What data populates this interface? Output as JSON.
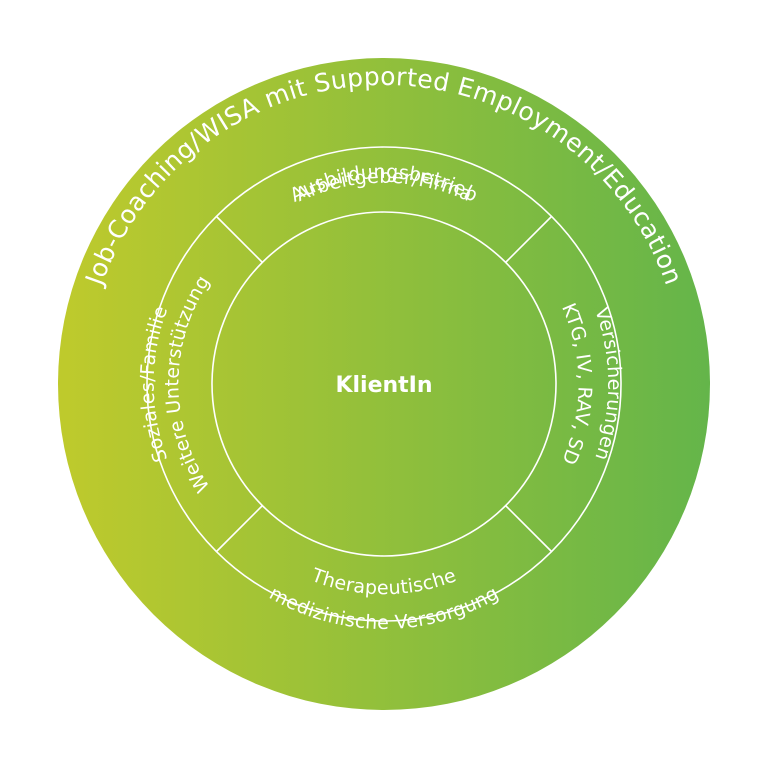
{
  "outer_ring": {
    "label": "Job-Coaching/WISA mit Supported Employment/Education"
  },
  "segments": {
    "top": {
      "line1": "Arbeitgeber/Firma",
      "line2": "Ausbildungsbetrieb"
    },
    "right": {
      "line1": "Versicherungen",
      "line2": "KTG, IV, RAV, SD"
    },
    "bottom": {
      "line1": "Therapeutische",
      "line2": "medizinische Versorgung"
    },
    "left": {
      "line1": "Soziales/Familie",
      "line2": "Weitere Unterstützung"
    }
  },
  "center": {
    "label": "KlientIn"
  },
  "colors": {
    "gradient_left": "#bfca2c",
    "gradient_right": "#64b54a",
    "lines": "#ffffff",
    "text": "#ffffff"
  }
}
